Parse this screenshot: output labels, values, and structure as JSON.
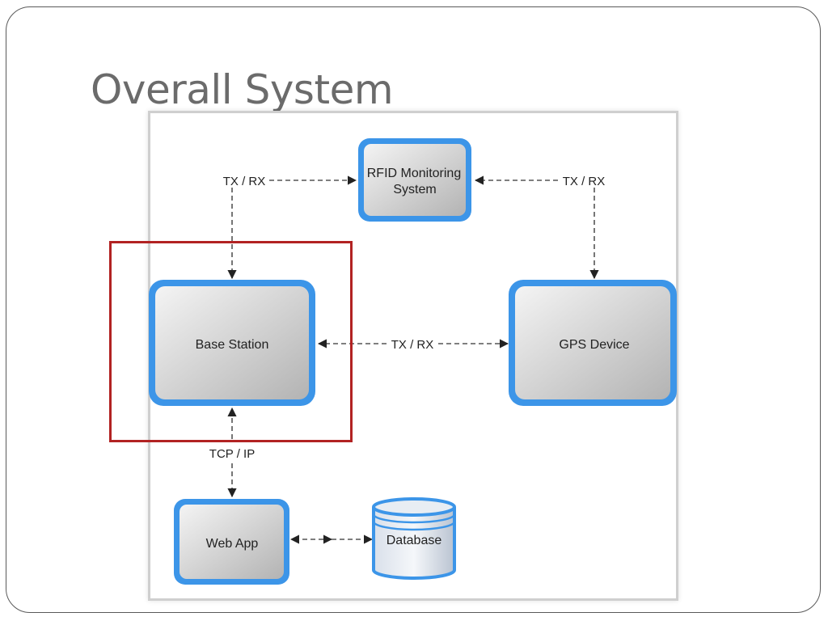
{
  "slide": {
    "title": "Overall System"
  },
  "diagram": {
    "nodes": {
      "rfid_line1": "RFID Monitoring",
      "rfid_line2": "System",
      "base_station": "Base Station",
      "gps_device": "GPS Device",
      "web_app": "Web App",
      "database": "Database"
    },
    "edges": {
      "base_rfid": "TX / RX",
      "rfid_gps": "TX / RX",
      "base_gps": "TX / RX",
      "base_webapp": "TCP / IP"
    },
    "colors": {
      "node_border": "#3c95e8",
      "node_fill_light": "#f4f4f4",
      "node_fill_dark": "#b3b3b3",
      "highlight": "#b22222",
      "title": "#6b6b6b"
    }
  }
}
